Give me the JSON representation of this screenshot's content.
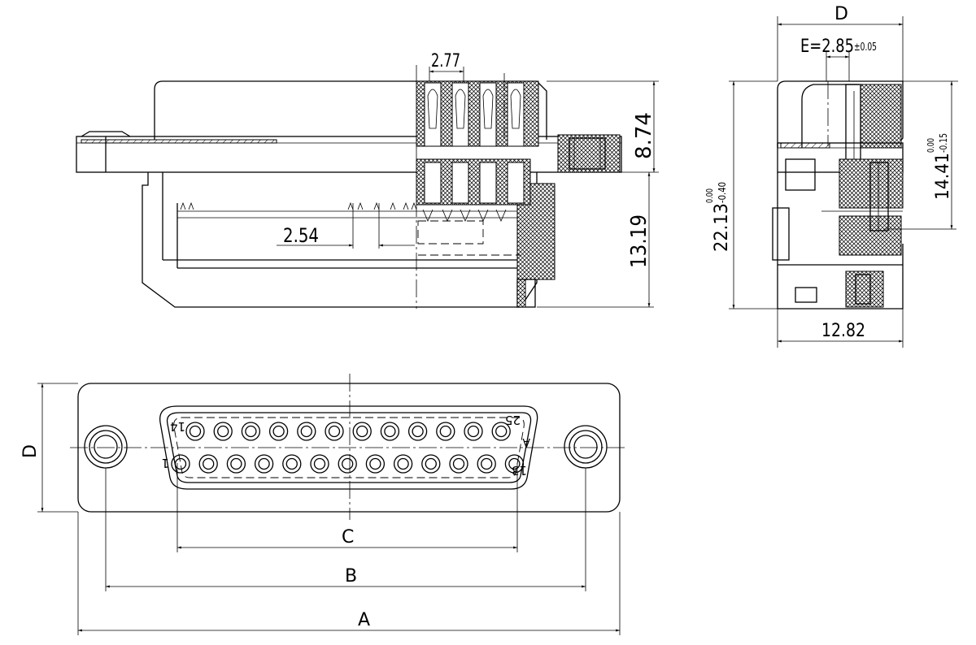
{
  "dimensions": {
    "pin_width": "2.77",
    "pin_pitch": "2.54",
    "height_upper": "8.74",
    "height_lower": "13.19",
    "depth_label": "D",
    "e_label": "E=2.85",
    "e_tol": "±0.05",
    "total_height": "22.13",
    "total_height_tol_upper": "0.00",
    "total_height_tol_lower": "-0.40",
    "body_height": "14.41",
    "body_height_tol_upper": "0.00",
    "body_height_tol_lower": "-0.15",
    "side_width": "12.82",
    "front_height_label": "D",
    "dim_a": "A",
    "dim_b": "B",
    "dim_c": "C"
  },
  "pin_numbers": {
    "top_left": "14",
    "top_right": "25",
    "bottom_left": "1",
    "bottom_right": "13"
  },
  "pin_counts": {
    "top_row": 12,
    "bottom_row": 13
  }
}
